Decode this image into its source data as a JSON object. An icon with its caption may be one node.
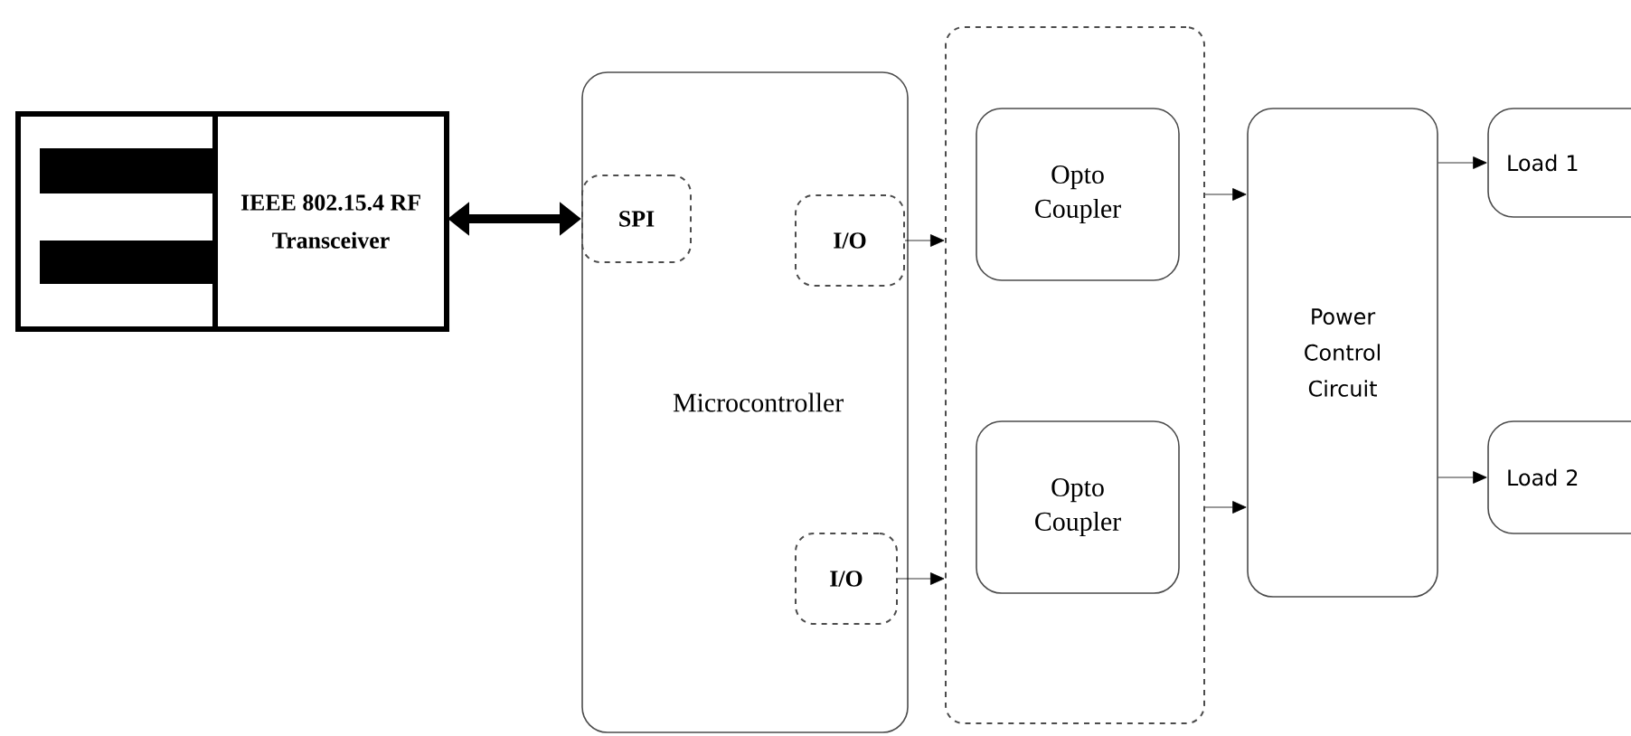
{
  "diagram": {
    "nodes": [
      {
        "text": [
          "IEEE 802.15.4 RF Transceiver"
        ]
      },
      {
        "text": [
          "Microcontroller"
        ]
      },
      {
        "text": [
          "SPI"
        ],
        "in": 1
      },
      {
        "text": [
          "I/O"
        ],
        "in": 1
      },
      {
        "text": [
          "I/O"
        ],
        "in": 1
      },
      {
        "text": [],
        "shape": "box"
      },
      {
        "text": [
          "Opto Coupler"
        ],
        "in": 5
      },
      {
        "text": [
          "Opto Coupler"
        ],
        "in": 5
      },
      {
        "text": [
          "Power Control Circuit"
        ]
      },
      {
        "text": [
          "Load 1"
        ]
      },
      {
        "text": [
          "Load 2"
        ]
      }
    ],
    "edges": [
      {
        "from": 0,
        "to": 2,
        "arrow": "both",
        "style": "thick"
      },
      {
        "from": 3,
        "to": 5,
        "arrow": "to"
      },
      {
        "from": 4,
        "to": 5,
        "arrow": "to"
      },
      {
        "from": 5,
        "to": 8,
        "arrow": "to"
      },
      {
        "from": 5,
        "to": 8,
        "arrow": "to"
      },
      {
        "from": 8,
        "to": 9,
        "arrow": "to"
      },
      {
        "from": 8,
        "to": 10,
        "arrow": "to"
      }
    ]
  }
}
